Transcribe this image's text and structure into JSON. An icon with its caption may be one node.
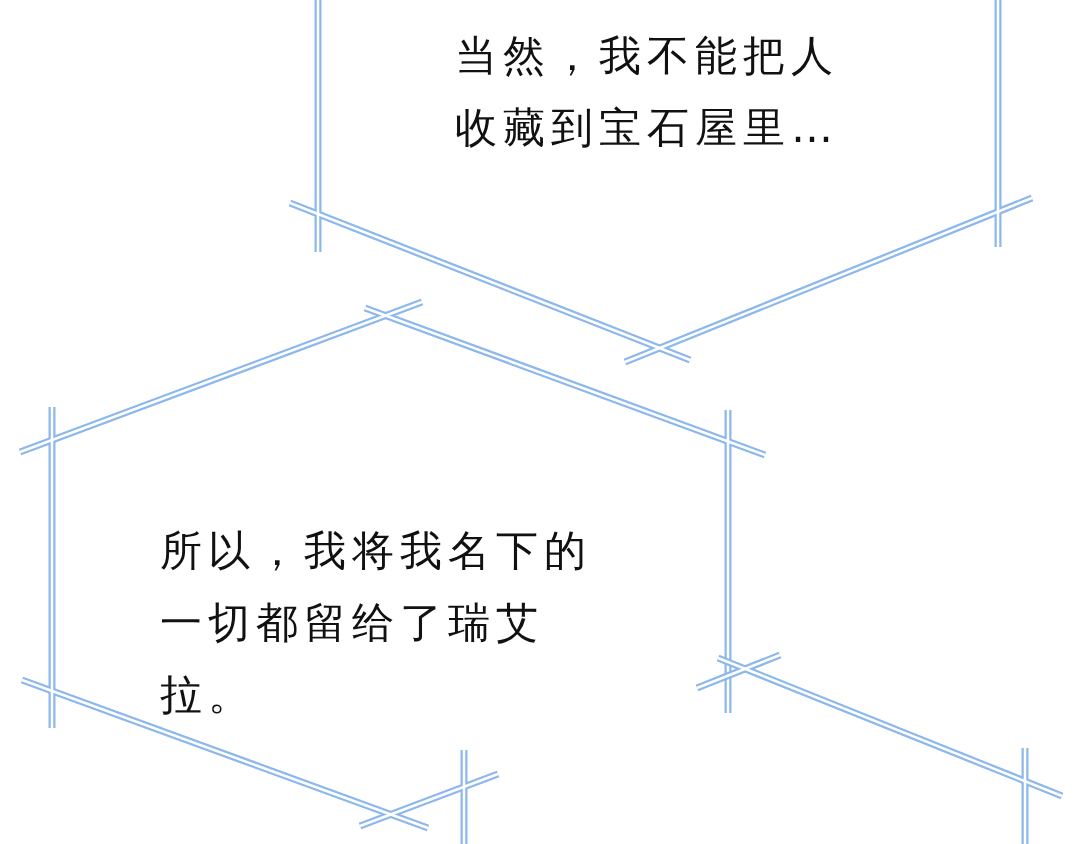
{
  "diagram": {
    "nodes": [
      {
        "text": [
          "当然，我不能把人收藏到宝石屋里…"
        ]
      },
      {
        "text": [
          "所以，我将我名下的一切都留给了瑞艾拉。"
        ]
      },
      {
        "text": [],
        "shape": "hexagon"
      }
    ]
  }
}
